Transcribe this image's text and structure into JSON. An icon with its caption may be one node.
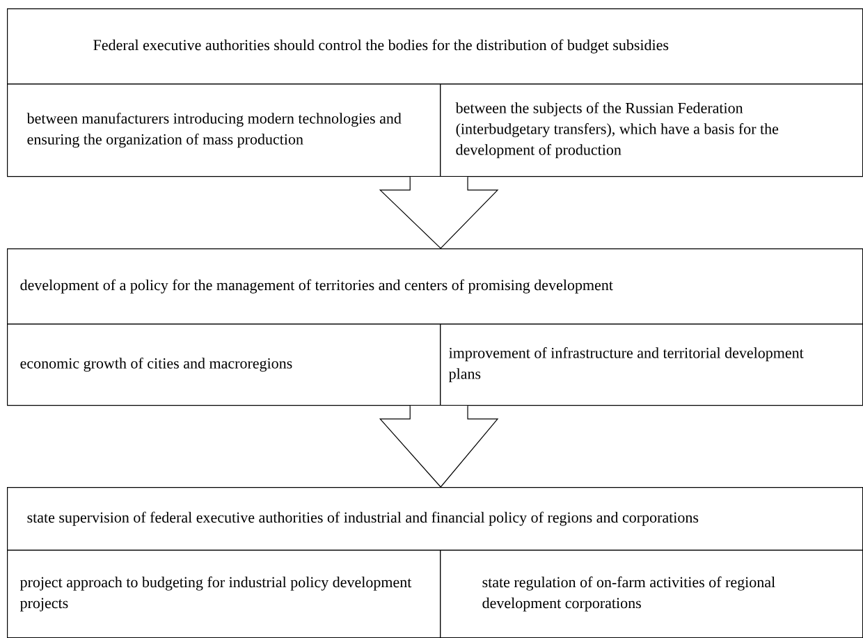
{
  "diagram": {
    "nodes": [
      {
        "text": [
          "Federal executive authorities should control the bodies for the distribution of budget subsidies"
        ]
      },
      {
        "text": [
          "between manufacturers introducing modern technologies and ensuring the organization of mass production"
        ]
      },
      {
        "text": [
          "between the subjects of the Russian Federation (interbudgetary transfers), which have a basis for the development of production"
        ]
      },
      {
        "text": [
          "development of a policy for the management of territories and centers of promising development"
        ]
      },
      {
        "text": [
          "economic growth of cities and macroregions"
        ]
      },
      {
        "text": [
          "improvement of infrastructure and territorial development plans"
        ]
      },
      {
        "text": [
          "state supervision of federal executive authorities of industrial and financial policy of regions and corporations"
        ]
      },
      {
        "text": [
          "project approach to budgeting for industrial policy development projects"
        ]
      },
      {
        "text": [
          "state regulation of on-farm activities of regional development corporations"
        ]
      }
    ],
    "edges": [
      {
        "from": 1,
        "to": 3,
        "arrow": "to"
      },
      {
        "from": 2,
        "to": 3,
        "arrow": "to"
      },
      {
        "from": 4,
        "to": 6,
        "arrow": "to"
      },
      {
        "from": 5,
        "to": 6,
        "arrow": "to"
      }
    ]
  }
}
